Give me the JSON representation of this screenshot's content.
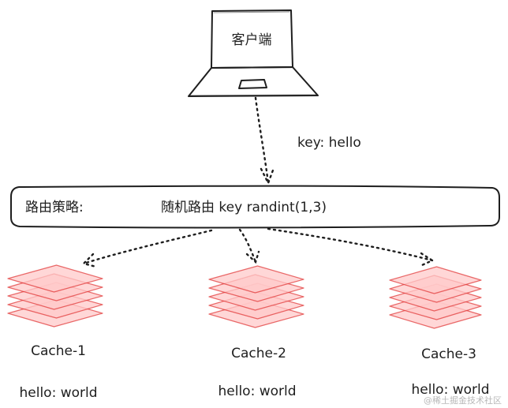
{
  "client": {
    "label": "客户端"
  },
  "request": {
    "key_label": "key: hello"
  },
  "router": {
    "title": "路由策略:",
    "rule": "随机路由 key randint(1,3)"
  },
  "caches": [
    {
      "name": "Cache-1",
      "value": "hello: world"
    },
    {
      "name": "Cache-2",
      "value": "hello: world"
    },
    {
      "name": "Cache-3",
      "value": "hello: world"
    }
  ],
  "watermark": "@稀土掘金技术社区",
  "colors": {
    "stroke": "#1e1e1e",
    "cache_fill": "#ffc9c9",
    "cache_stroke": "#e03131"
  }
}
